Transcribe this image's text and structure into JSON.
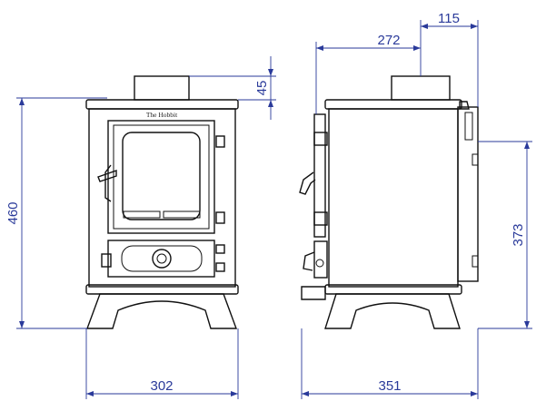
{
  "diagram": {
    "stove_label": "The Hobbit",
    "dimensions": {
      "flue_height": "45",
      "total_height": "460",
      "front_width": "302",
      "side_depth": "351",
      "side_flue_offset": "272",
      "rear_flue_offset": "115",
      "rear_outlet_height": "373"
    }
  }
}
